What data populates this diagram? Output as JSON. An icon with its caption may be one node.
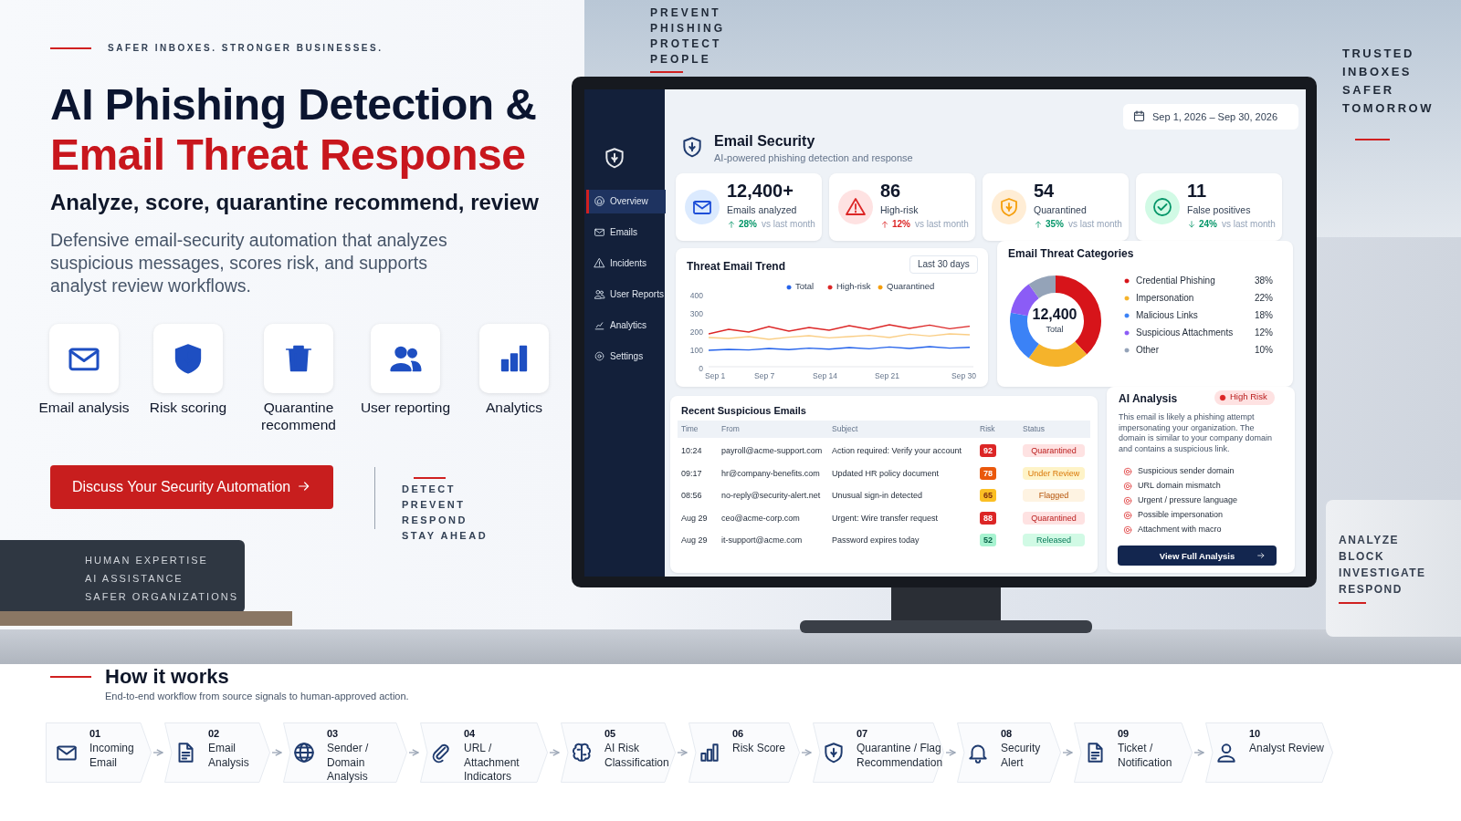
{
  "diagram": {
    "title": "AI Phishing Detection & Email Threat Response",
    "nodes": [
      {
        "text": [
          "Email analysis"
        ]
      },
      {
        "text": [
          "Risk scoring"
        ]
      },
      {
        "text": [
          "Quarantine recommend"
        ]
      },
      {
        "text": [
          "User reporting"
        ]
      },
      {
        "text": [
          "Analytics"
        ]
      },
      {
        "text": [
          "01",
          "Incoming Email"
        ]
      },
      {
        "text": [
          "02",
          "Email Analysis"
        ]
      },
      {
        "text": [
          "03",
          "Sender / Domain Analysis"
        ]
      },
      {
        "text": [
          "04",
          "URL / Attachment Indicators"
        ]
      },
      {
        "text": [
          "05",
          "AI Risk Classification"
        ]
      },
      {
        "text": [
          "06",
          "Risk Score"
        ]
      },
      {
        "text": [
          "07",
          "Quarantine / Flag Recommendation"
        ]
      },
      {
        "text": [
          "08",
          "Security Alert"
        ]
      },
      {
        "text": [
          "09",
          "Ticket / Notification"
        ]
      },
      {
        "text": [
          "10",
          "Analyst Review"
        ]
      }
    ],
    "edges": [
      {
        "from": 5,
        "to": 6,
        "arrow": "to"
      },
      {
        "from": 6,
        "to": 7,
        "arrow": "to"
      },
      {
        "from": 7,
        "to": 8,
        "arrow": "to"
      },
      {
        "from": 8,
        "to": 9,
        "arrow": "to"
      },
      {
        "from": 9,
        "to": 10,
        "arrow": "to"
      },
      {
        "from": 10,
        "to": 11,
        "arrow": "to"
      },
      {
        "from": 11,
        "to": 12,
        "arrow": "to"
      },
      {
        "from": 12,
        "to": 13,
        "arrow": "to"
      },
      {
        "from": 13,
        "to": 14,
        "arrow": "to"
      }
    ],
    "labels": [
      "SAFER INBOXES. STRONGER BUSINESSES.",
      "Analyze, score, quarantine recommend, review",
      "Defensive email-security automation that analyzes suspicious messages, scores risk, and supports analyst review workflows.",
      "Discuss Your Security Automation",
      "DETECT",
      "PREVENT",
      "RESPOND",
      "STAY AHEAD",
      "HUMAN EXPERTISE",
      "AI ASSISTANCE",
      "SAFER ORGANIZATIONS",
      "PREVENT",
      "PHISHING",
      "PROTECT",
      "PEOPLE",
      "TRUSTED",
      "INBOXES",
      "SAFER",
      "TOMORROW",
      "Overview",
      "Emails",
      "Incidents",
      "User Reports",
      "Analytics",
      "Settings",
      "Email Security",
      "AI-powered phishing detection and response",
      "Sep 1, 2026 – Sep 30, 2026",
      "12,400+",
      "Emails analyzed",
      "28%",
      "vs last month",
      "86",
      "High-risk",
      "12%",
      "vs last month",
      "54",
      "Quarantined",
      "35%",
      "vs last month",
      "11",
      "False positives",
      "24%",
      "vs last month",
      "Threat Email Trend",
      "Last 30 days",
      "400",
      "300",
      "200",
      "100",
      "0",
      "Sep 1",
      "Sep 7",
      "Sep 14",
      "Sep 21",
      "Sep 30",
      "12,400",
      "Total",
      "Recent Suspicious Emails",
      "Time",
      "From",
      "Subject",
      "Risk",
      "Status",
      "10:24",
      "payroll@acme-support.com",
      "Action required: Verify your account",
      "92",
      "Quarantined",
      "09:17",
      "hr@company-benefits.com",
      "Updated HR policy document",
      "78",
      "Under Review",
      "08:56",
      "no-reply@security-alert.net",
      "Unusual sign-in detected",
      "65",
      "Flagged",
      "Aug 29",
      "ceo@acme-corp.com",
      "Urgent: Wire transfer request",
      "88",
      "Quarantined",
      "Aug 29",
      "it-support@acme.com",
      "Password expires today",
      "52",
      "Released",
      "AI Analysis",
      "High Risk",
      "This email is likely a phishing attempt impersonating your organization. The domain is similar to your company domain and contains a suspicious link.",
      "Suspicious sender domain",
      "URL domain mismatch",
      "Urgent / pressure language",
      "Possible impersonation",
      "Attachment with macro",
      "View Full Analysis",
      "ANALYZE",
      "BLOCK",
      "INVESTIGATE",
      "RESPOND",
      "How it works",
      "End-to-end workflow from source signals to human-approved action."
    ],
    "legend": [
      {
        "text": "Total",
        "color": "#2563eb"
      },
      {
        "text": "High-risk",
        "color": "#dc2626"
      },
      {
        "text": "Quarantined",
        "color": "#f59e0b"
      }
    ],
    "chart_data": {
      "type": "donut",
      "title": "Email Threat Categories",
      "categories": [
        "Credential Phishing",
        "Impersonation",
        "Malicious Links",
        "Suspicious Attachments",
        "Other"
      ],
      "values": [
        38,
        22,
        18,
        12,
        10
      ],
      "value_labels": [
        "38%",
        "22%",
        "18%",
        "12%",
        "10%"
      ]
    }
  }
}
